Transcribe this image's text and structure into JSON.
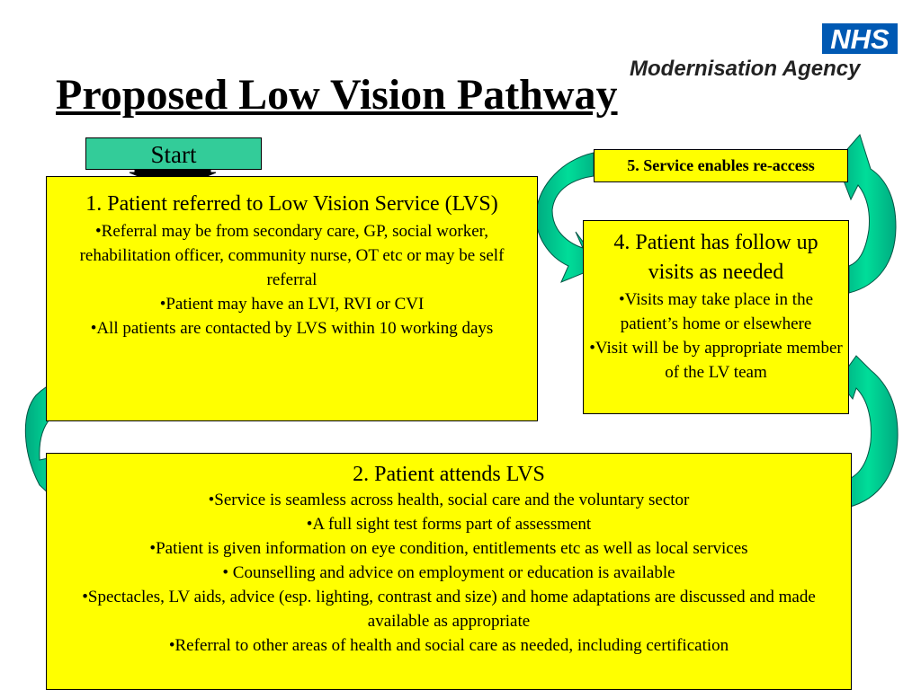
{
  "logo": {
    "nhs": "NHS",
    "agency": "Modernisation Agency"
  },
  "title": "Proposed Low Vision Pathway",
  "start_label": "Start",
  "box1": {
    "heading": "1. Patient referred to Low Vision Service (LVS)",
    "bullets": [
      "•Referral may be from secondary care, GP, social worker, rehabilitation officer, community nurse, OT etc or may be self referral",
      "•Patient may have an LVI, RVI or CVI",
      "•All patients are contacted by LVS within 10 working days"
    ]
  },
  "box2": {
    "heading": "2. Patient attends LVS",
    "bullets": [
      "•Service is seamless across health, social care and the voluntary sector",
      "•A full sight test forms part of assessment",
      "•Patient is given information on eye condition, entitlements etc as well as local services",
      "• Counselling and advice on employment or education is available",
      "•Spectacles, LV aids, advice (esp. lighting, contrast and size) and home adaptations are discussed and made available as appropriate",
      "•Referral to other areas of health and social care as needed, including certification"
    ]
  },
  "box4": {
    "heading": "4. Patient has follow up visits as needed",
    "bullets": [
      "•Visits may take place in the patient’s home or elsewhere",
      "•Visit will be by appropriate member of the LV team"
    ]
  },
  "box5": {
    "label": "5. Service enables re-access"
  },
  "colors": {
    "box_fill": "#ffff00",
    "arrow_fill": "#00cc99",
    "arrow_dark": "#009977",
    "start_fill": "#33cc99",
    "nhs_blue": "#0059b3"
  }
}
